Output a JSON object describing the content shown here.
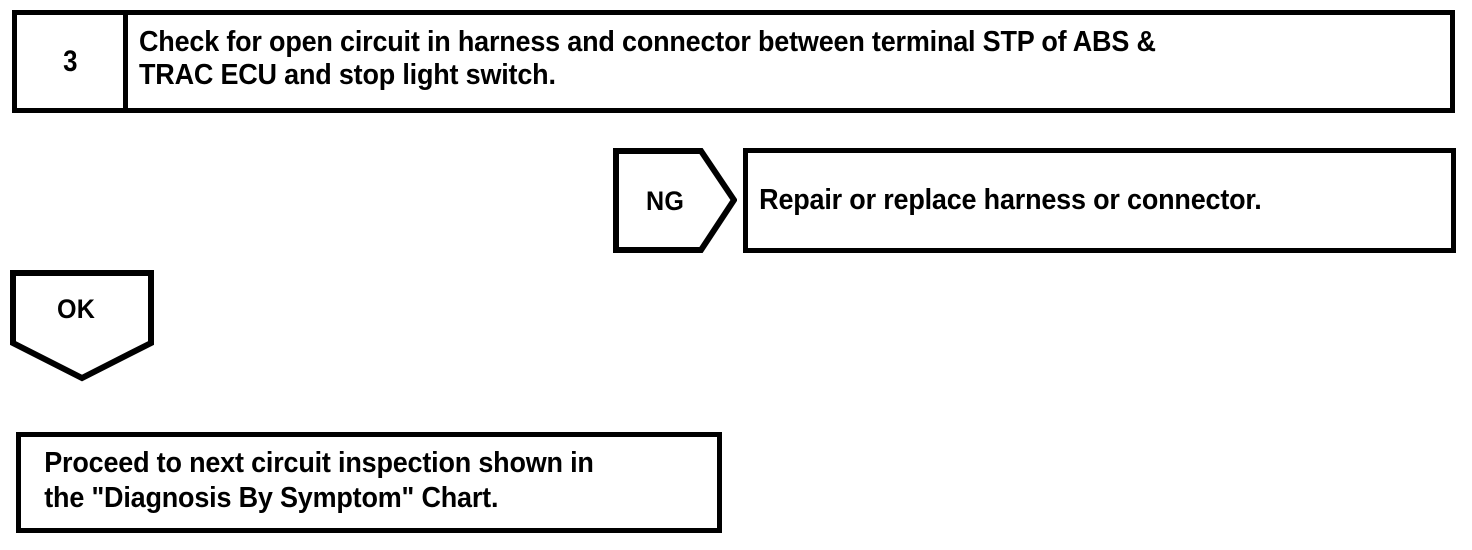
{
  "document": {
    "type": "troubleshooting-flowchart",
    "background_color": "#ffffff",
    "line_color": "#000000"
  },
  "step": {
    "number": "3",
    "instruction": "Check for open circuit in harness and connector between terminal STP of ABS &\nTRAC ECU and stop light switch."
  },
  "branches": {
    "ng": {
      "label": "NG",
      "arrow_icon": "arrow-right-pentagon-icon",
      "result_text": "Repair or replace harness or connector."
    },
    "ok": {
      "label": "OK",
      "arrow_icon": "arrow-down-pentagon-icon",
      "result_text": "Proceed to next circuit inspection shown in\nthe \"Diagnosis By Symptom\" Chart."
    }
  }
}
